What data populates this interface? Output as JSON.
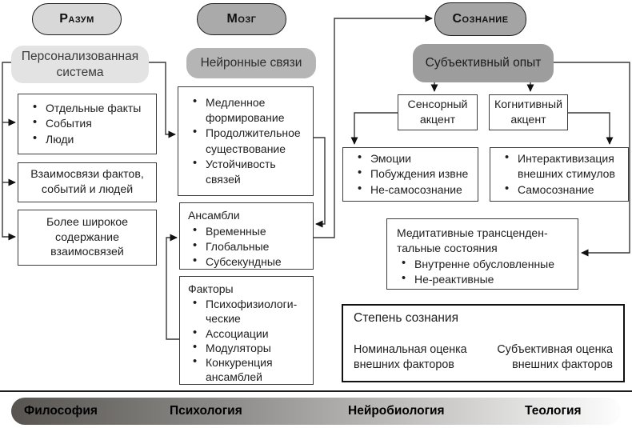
{
  "pills": {
    "mind": "Разум",
    "brain": "Мозг",
    "consciousness": "Сознание"
  },
  "subheads": {
    "mind": "Персонализованная система",
    "brain": "Нейронные связи",
    "consciousness": "Субъективный опыт"
  },
  "mind_column": {
    "facts_box": {
      "items": [
        "Отдельные факты",
        "События",
        "Люди"
      ]
    },
    "relations_box": {
      "text": "Взаимосвязи фактов, событий и людей"
    },
    "broader_box": {
      "text": "Более широкое содержание взаимосвязей"
    }
  },
  "brain_column": {
    "formation_box": {
      "items": [
        "Медленное формирование",
        "Продолжительное существование",
        "Устойчивость связей"
      ]
    },
    "ensembles_box": {
      "title": "Ансамбли",
      "items": [
        "Временные",
        "Глобальные",
        "Субсекундные"
      ]
    },
    "factors_box": {
      "title": "Факторы",
      "items": [
        "Психофизиологи­ческие",
        "Ассоциации",
        "Модуляторы",
        "Конкуренция ансамблей"
      ]
    }
  },
  "consciousness_column": {
    "sensory_accent": "Сенсорный акцент",
    "cognitive_accent": "Когнитивный акцент",
    "sensory_list": {
      "items": [
        "Эмоции",
        "Побуждения извне",
        "Не-самосознание"
      ]
    },
    "cognitive_list": {
      "items": [
        "Интерактивизация внешних стимулов",
        "Самосознание"
      ]
    },
    "meditative_box": {
      "title": "Медитативные трансценден­тальные состояния",
      "items": [
        "Внутренне обусловленные",
        "Не-реактивные"
      ]
    }
  },
  "degree_box": {
    "title": "Степень сознания",
    "left_label": "Номинальная оценка внешних факторов",
    "right_label": "Субъективная оценка внешних факторов"
  },
  "bottom_bar": {
    "items": [
      "Философия",
      "Психология",
      "Нейробиология",
      "Теология"
    ]
  },
  "colors": {
    "pill_mind": "#d8d8d8",
    "pill_brain": "#aaaaaa",
    "pill_consciousness": "#a4a4a4",
    "subhead_mind": "#e3e3e3",
    "subhead_brain": "#b5b5b5",
    "subhead_consciousness": "#9d9d9d",
    "bar_gradient_start": "#575450",
    "bar_gradient_end": "#fdfdfd",
    "line": "#383838"
  }
}
